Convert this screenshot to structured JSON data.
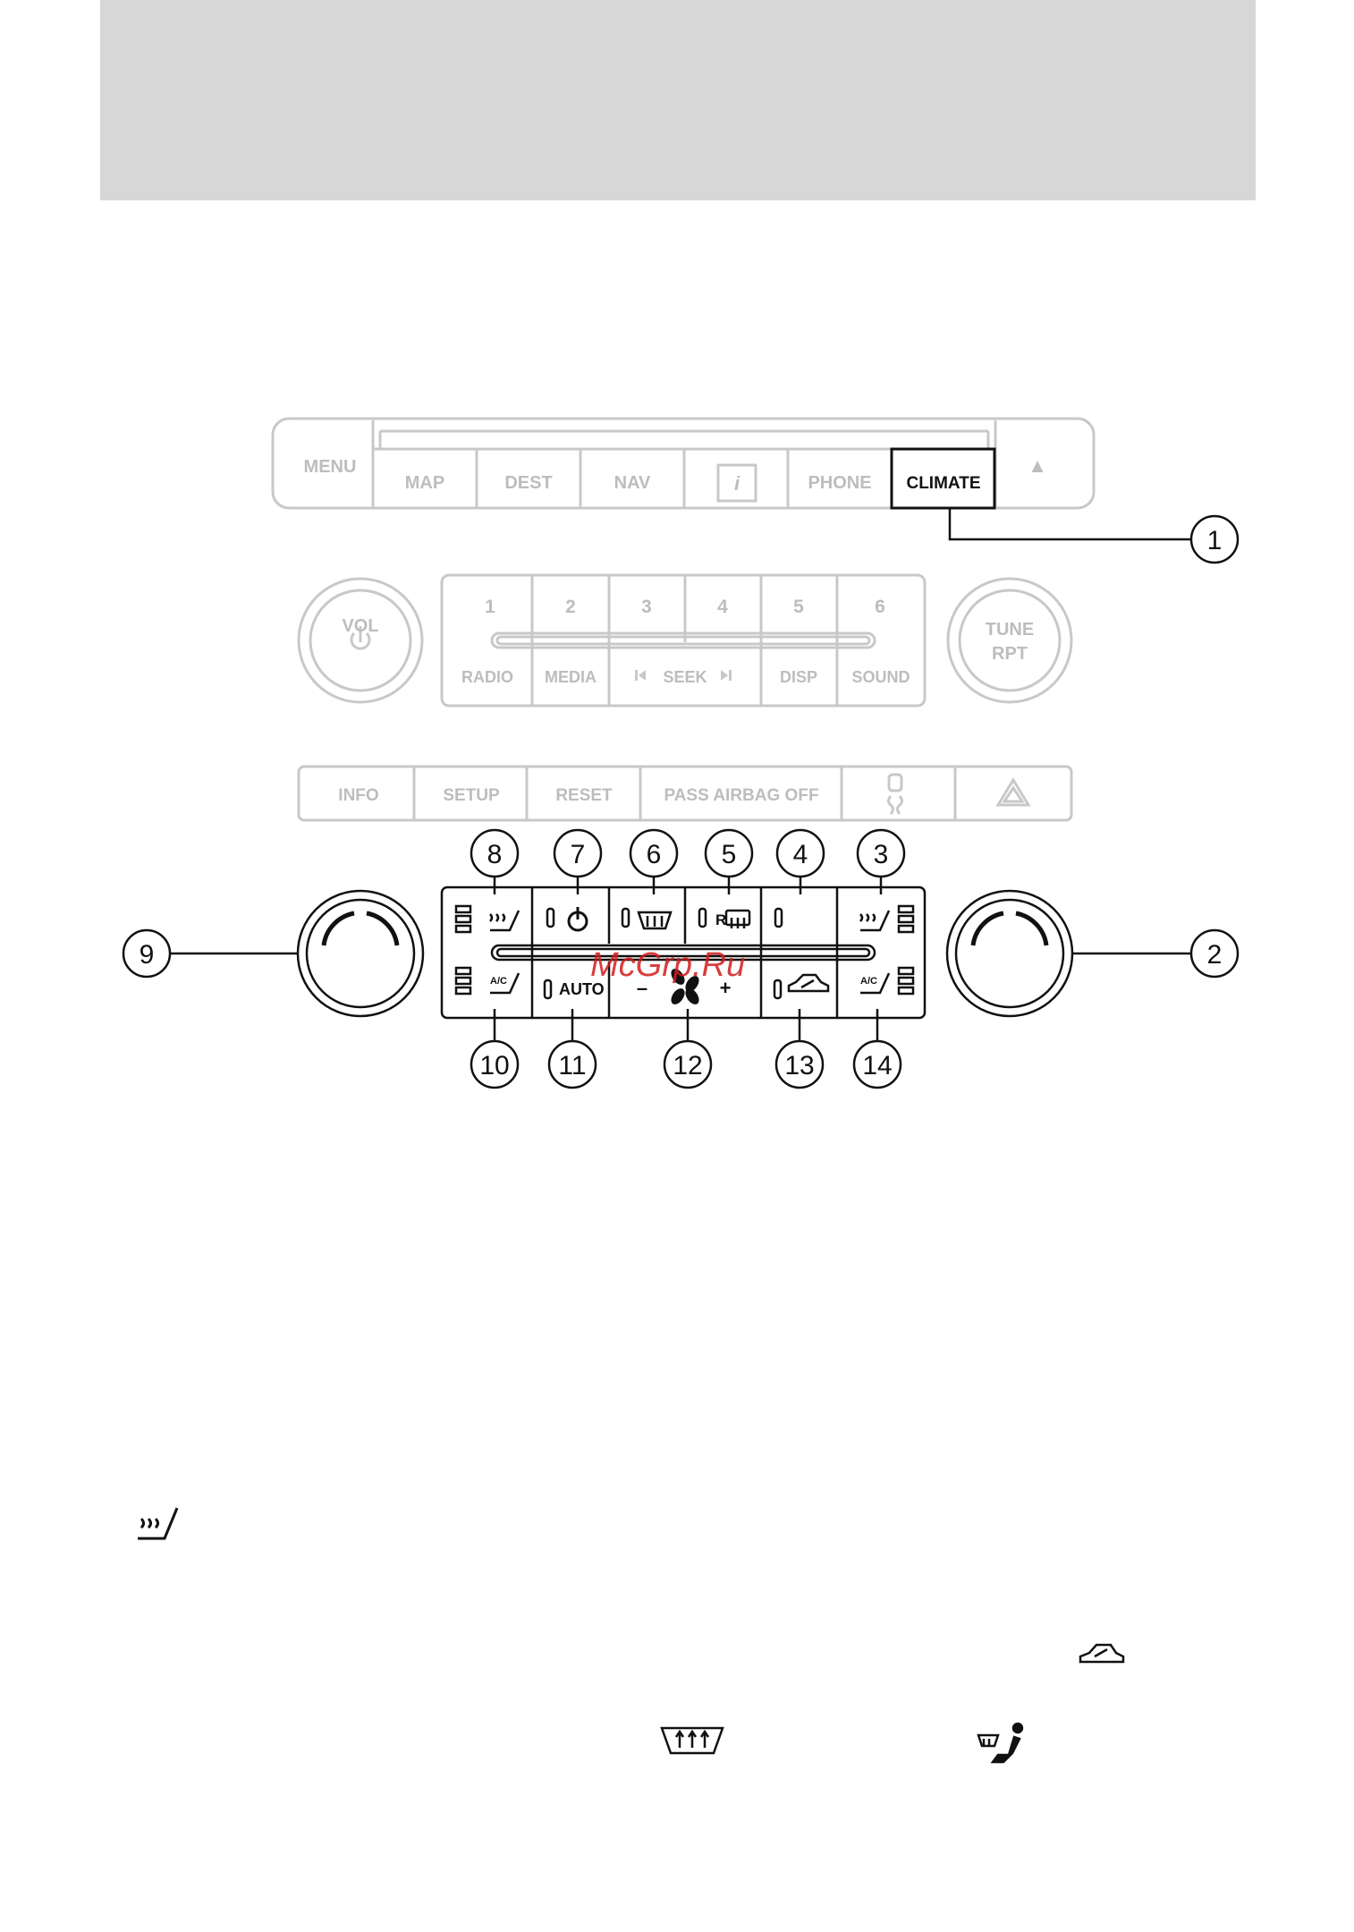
{
  "top_panel": {
    "menu": "MENU",
    "buttons": [
      "MAP",
      "DEST",
      "NAV",
      "i",
      "PHONE",
      "CLIMATE"
    ],
    "eject": "▲"
  },
  "audio_panel": {
    "vol": "VOL",
    "presets": [
      "1",
      "2",
      "3",
      "4",
      "5",
      "6"
    ],
    "bottom": [
      "RADIO",
      "MEDIA",
      "SEEK",
      "DISP",
      "SOUND"
    ],
    "tune": "TUNE",
    "rpt": "RPT"
  },
  "info_panel": {
    "buttons": [
      "INFO",
      "SETUP",
      "RESET",
      "PASS AIRBAG OFF"
    ]
  },
  "climate_panel": {
    "auto": "AUTO",
    "minus": "–",
    "plus": "+",
    "rear": "R",
    "ac": "A/C"
  },
  "callouts": [
    "1",
    "2",
    "3",
    "4",
    "5",
    "6",
    "7",
    "8",
    "9",
    "10",
    "11",
    "12",
    "13",
    "14"
  ],
  "watermark": "McGrp.Ru"
}
